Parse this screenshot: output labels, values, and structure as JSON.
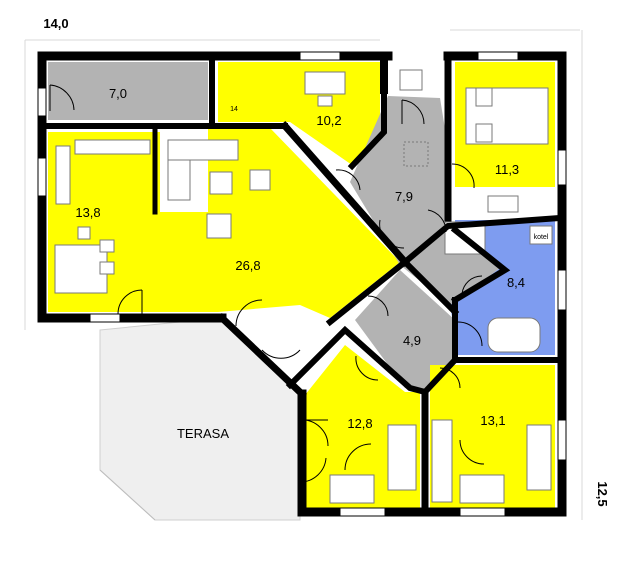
{
  "dimensions": {
    "width": "14,0",
    "depth": "12,5"
  },
  "rooms": [
    {
      "id": "storage",
      "area": "7,0"
    },
    {
      "id": "bedroom-top",
      "area": "10,2"
    },
    {
      "id": "bedroom-master",
      "area": "11,3"
    },
    {
      "id": "kitchen",
      "area": "13,8"
    },
    {
      "id": "living",
      "area": "26,8"
    },
    {
      "id": "hall-top",
      "area": "7,9"
    },
    {
      "id": "bathroom",
      "area": "8,4"
    },
    {
      "id": "hall-bottom",
      "area": "4,9"
    },
    {
      "id": "bedroom-left",
      "area": "12,8"
    },
    {
      "id": "bedroom-right",
      "area": "13,1"
    }
  ],
  "labels": {
    "terrace": "TERASA",
    "boiler": "kotel",
    "stair_mark": "14"
  },
  "colors": {
    "room_living": "#ffff00",
    "room_service": "#b3b3b3",
    "room_bath": "#7e9cf0",
    "wall": "#000000",
    "terrace": "#ececec"
  }
}
